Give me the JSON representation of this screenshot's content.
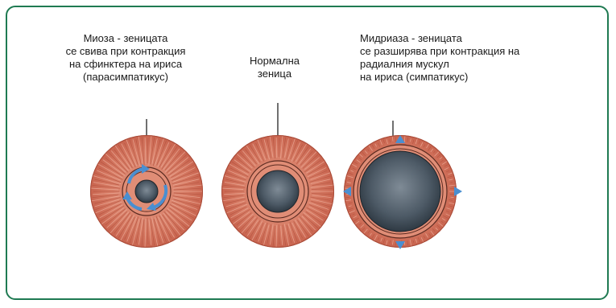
{
  "captions": {
    "miosis": "Миоза - зеницата\nсе свива при контракция\nна сфинктера на ириса\n(парасимпатикус)",
    "normal": "Нормална\nзеница",
    "mydriasis": "Мидриаза - зеницата\nсе разширява при контракция на\nрадиалния мускул\nна ириса (симпатикус)"
  },
  "colors": {
    "frame_border": "#1f7a52",
    "iris": "#d67a63",
    "iris_dark": "#b4533f",
    "pupil": "#3d4a55",
    "arrow": "#4a8fd1"
  }
}
